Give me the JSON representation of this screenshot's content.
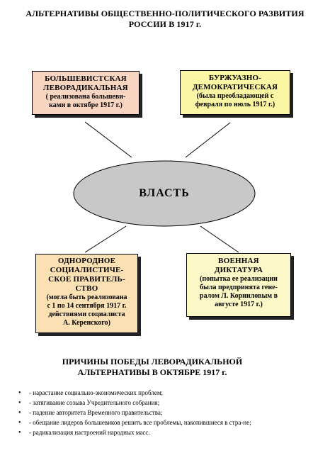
{
  "title": {
    "line1": "АЛЬТЕРНАТИВЫ ОБЩЕСТВЕННО-ПОЛИТИЧЕСКОГО РАЗВИТИЯ",
    "line2": "РОССИИ В 1917 г."
  },
  "center": {
    "label": "ВЛАСТЬ"
  },
  "boxes": {
    "top_left": {
      "lines": [
        "БОЛЬШЕВИСТСКАЯ",
        "ЛЕВОРАДИКАЛЬНАЯ",
        "( реализована большеви-",
        "ками в октябре 1917 г.)"
      ]
    },
    "top_right": {
      "lines": [
        "БУРЖУАЗНО-",
        "ДЕМОКРАТИЧЕСКАЯ",
        "(была преобладающей с",
        "февраля по нюль 1917 г.)"
      ]
    },
    "bottom_left": {
      "lines": [
        "ОДНОРОДНОЕ",
        "СОЦИАЛИСТИЧЕ-",
        "СКОЕ ПРАВИТЕЛЬ-",
        "СТВО",
        "(могла быть реализована",
        "с 1 по 14 сентября 1917 г.",
        "действиями социалиста",
        "А. Керенского)"
      ]
    },
    "bottom_right": {
      "lines": [
        "ВОЕННАЯ",
        "ДИКТАТУРА",
        "(попытка ее реализации",
        "была предпринята гене-",
        "ралом Л. Корниловым в",
        "августе 1917 г.)"
      ]
    }
  },
  "reasons": {
    "title_line1": "ПРИЧИНЫ ПОБЕДЫ ЛЕВОРАДИКАЛЬНОЙ",
    "title_line2": "АЛЬТЕРНАТИВЫ В ОКТЯБРЕ 1917 г.",
    "bullet": "•",
    "items": [
      "- нарастание социально-экономических проблем;",
      "- затягивание созыва Учредительного собрания;",
      "- падение авторитета Временного правительства;",
      "- обещание лидеров большевиков решить все проблемы, накопившиеся в стра-не;",
      "- радикализация настроений народных масс."
    ]
  },
  "colors": {
    "top_left_fill": "#f7d5c1",
    "top_right_fill": "#fbf6a4",
    "bottom_left_fill": "#fbe0b4",
    "bottom_right_fill": "#fcf7c6",
    "ellipse_fill": "#c8c8c8"
  }
}
